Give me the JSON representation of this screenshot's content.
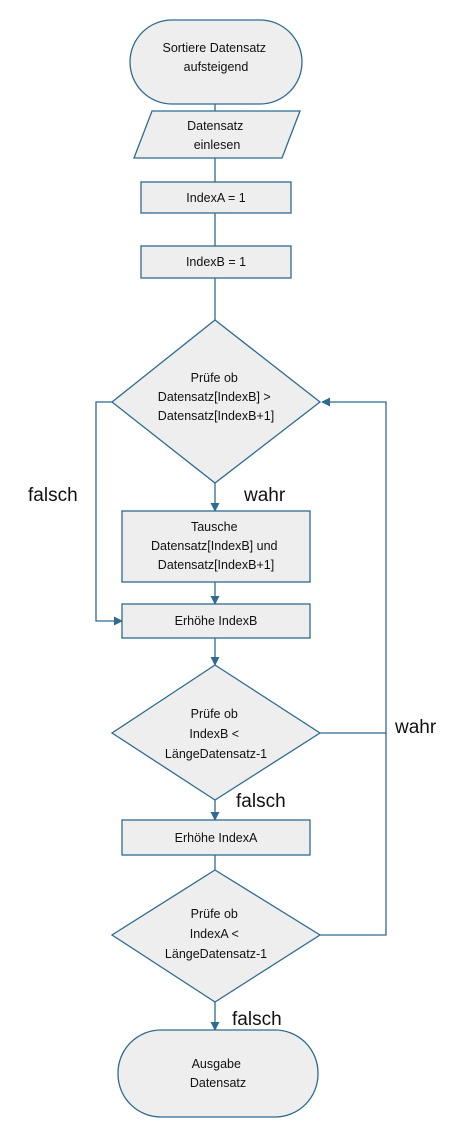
{
  "diagram": {
    "nodes": {
      "start": [
        "Sortiere Datensatz",
        "aufsteigend"
      ],
      "input": [
        "Datensatz",
        "einlesen"
      ],
      "indexa_init": [
        "IndexA = 1"
      ],
      "indexb_init": [
        "IndexB = 1"
      ],
      "check_swap": [
        "Prüfe ob",
        "Datensatz[IndexB] >",
        "Datensatz[IndexB+1]"
      ],
      "swap": [
        "Tausche",
        "Datensatz[IndexB] und",
        "Datensatz[IndexB+1]"
      ],
      "inc_b": [
        "Erhöhe IndexB"
      ],
      "check_b": [
        "Prüfe ob",
        "IndexB <",
        "LängeDatensatz-1"
      ],
      "inc_a": [
        "Erhöhe IndexA"
      ],
      "check_a": [
        "Prüfe ob",
        "IndexA <",
        "LängeDatensatz-1"
      ],
      "end": [
        "Ausgabe",
        "Datensatz"
      ]
    },
    "edge_labels": {
      "swap_false": "falsch",
      "swap_true": "wahr",
      "b_true": "wahr",
      "b_false": "falsch",
      "a_false": "falsch"
    }
  }
}
